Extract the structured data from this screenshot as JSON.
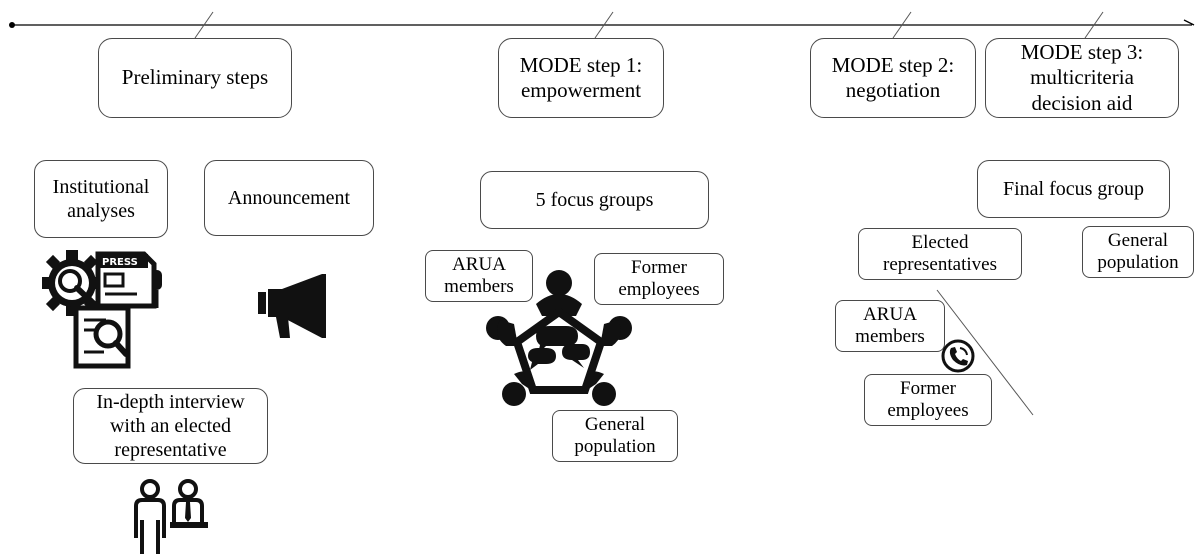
{
  "timeline": {
    "phases": [
      {
        "label": "Preliminary steps"
      },
      {
        "label": "MODE step 1:\nempowerment"
      },
      {
        "label": "MODE step 2:\nnegotiation"
      },
      {
        "label": "MODE step 3:\nmulticriteria\ndecision  aid"
      }
    ]
  },
  "preliminary": {
    "institutional": "Institutional\nanalyses",
    "announcement": "Announcement",
    "interview": "In-depth interview\nwith an elected\nrepresentative",
    "press_label": "PRESS"
  },
  "step1": {
    "focus": "5 focus groups",
    "arua": "ARUA\nmembers",
    "former": "Former\nemployees",
    "general": "General\npopulation"
  },
  "step23": {
    "final": "Final focus group",
    "elected": "Elected\nrepresentatives",
    "general": "General\npopulation",
    "arua": "ARUA\nmembers",
    "former": "Former\nemployees"
  }
}
